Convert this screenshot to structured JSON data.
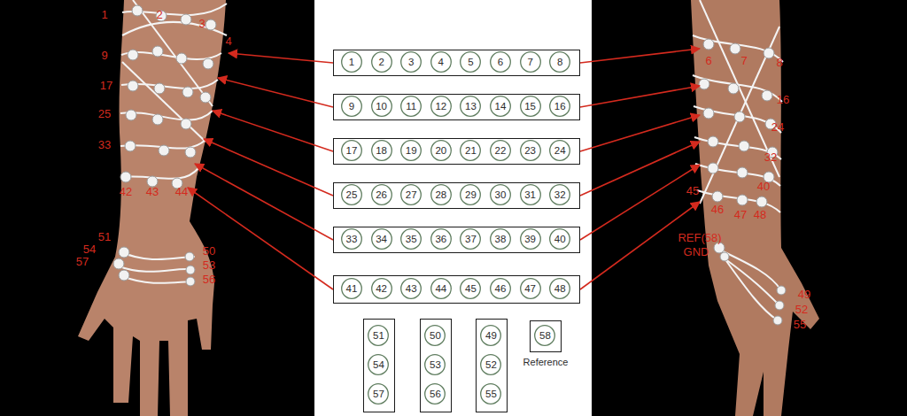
{
  "diagram": {
    "nodes": [
      {
        "text": []
      },
      {
        "text": [
          "1"
        ],
        "in": 0
      },
      {
        "text": [
          "2"
        ],
        "in": 0
      },
      {
        "text": [
          "3"
        ],
        "in": 0
      },
      {
        "text": [
          "4"
        ],
        "in": 0
      },
      {
        "text": [
          "5"
        ],
        "in": 0
      },
      {
        "text": [
          "6"
        ],
        "in": 0
      },
      {
        "text": [
          "7"
        ],
        "in": 0
      },
      {
        "text": [
          "8"
        ],
        "in": 0
      },
      {
        "text": []
      },
      {
        "text": [
          "9"
        ],
        "in": 9
      },
      {
        "text": [
          "10"
        ],
        "in": 9
      },
      {
        "text": [
          "11"
        ],
        "in": 9
      },
      {
        "text": [
          "12"
        ],
        "in": 9
      },
      {
        "text": [
          "13"
        ],
        "in": 9
      },
      {
        "text": [
          "14"
        ],
        "in": 9
      },
      {
        "text": [
          "15"
        ],
        "in": 9
      },
      {
        "text": [
          "16"
        ],
        "in": 9
      },
      {
        "text": []
      },
      {
        "text": [
          "17"
        ],
        "in": 18
      },
      {
        "text": [
          "18"
        ],
        "in": 18
      },
      {
        "text": [
          "19"
        ],
        "in": 18
      },
      {
        "text": [
          "20"
        ],
        "in": 18
      },
      {
        "text": [
          "21"
        ],
        "in": 18
      },
      {
        "text": [
          "22"
        ],
        "in": 18
      },
      {
        "text": [
          "23"
        ],
        "in": 18
      },
      {
        "text": [
          "24"
        ],
        "in": 18
      },
      {
        "text": []
      },
      {
        "text": [
          "25"
        ],
        "in": 27
      },
      {
        "text": [
          "26"
        ],
        "in": 27
      },
      {
        "text": [
          "27"
        ],
        "in": 27
      },
      {
        "text": [
          "28"
        ],
        "in": 27
      },
      {
        "text": [
          "29"
        ],
        "in": 27
      },
      {
        "text": [
          "30"
        ],
        "in": 27
      },
      {
        "text": [
          "31"
        ],
        "in": 27
      },
      {
        "text": [
          "32"
        ],
        "in": 27
      },
      {
        "text": []
      },
      {
        "text": [
          "33"
        ],
        "in": 36
      },
      {
        "text": [
          "34"
        ],
        "in": 36
      },
      {
        "text": [
          "35"
        ],
        "in": 36
      },
      {
        "text": [
          "36"
        ],
        "in": 36
      },
      {
        "text": [
          "37"
        ],
        "in": 36
      },
      {
        "text": [
          "38"
        ],
        "in": 36
      },
      {
        "text": [
          "39"
        ],
        "in": 36
      },
      {
        "text": [
          "40"
        ],
        "in": 36
      },
      {
        "text": []
      },
      {
        "text": [
          "41"
        ],
        "in": 45
      },
      {
        "text": [
          "42"
        ],
        "in": 45
      },
      {
        "text": [
          "43"
        ],
        "in": 45
      },
      {
        "text": [
          "44"
        ],
        "in": 45
      },
      {
        "text": [
          "45"
        ],
        "in": 45
      },
      {
        "text": [
          "46"
        ],
        "in": 45
      },
      {
        "text": [
          "47"
        ],
        "in": 45
      },
      {
        "text": [
          "48"
        ],
        "in": 45
      },
      {
        "text": []
      },
      {
        "text": [
          "51"
        ],
        "in": 54
      },
      {
        "text": [
          "54"
        ],
        "in": 54
      },
      {
        "text": [
          "57"
        ],
        "in": 54
      },
      {
        "text": []
      },
      {
        "text": [
          "50"
        ],
        "in": 58
      },
      {
        "text": [
          "53"
        ],
        "in": 58
      },
      {
        "text": [
          "56"
        ],
        "in": 58
      },
      {
        "text": []
      },
      {
        "text": [
          "49"
        ],
        "in": 62
      },
      {
        "text": [
          "52"
        ],
        "in": 62
      },
      {
        "text": [
          "55"
        ],
        "in": 62
      },
      {
        "text": [
          "Reference"
        ]
      },
      {
        "text": [
          "58"
        ],
        "in": 66
      }
    ],
    "labels": [
      "1",
      "2",
      "3",
      "4",
      "9",
      "17",
      "25",
      "33",
      "42",
      "43",
      "44",
      "51",
      "54",
      "57",
      "50",
      "53",
      "56",
      "6",
      "7",
      "8",
      "16",
      "24",
      "32",
      "40",
      "45",
      "46",
      "47",
      "48",
      "REF(58)",
      "GND",
      "49",
      "52",
      "55"
    ]
  }
}
